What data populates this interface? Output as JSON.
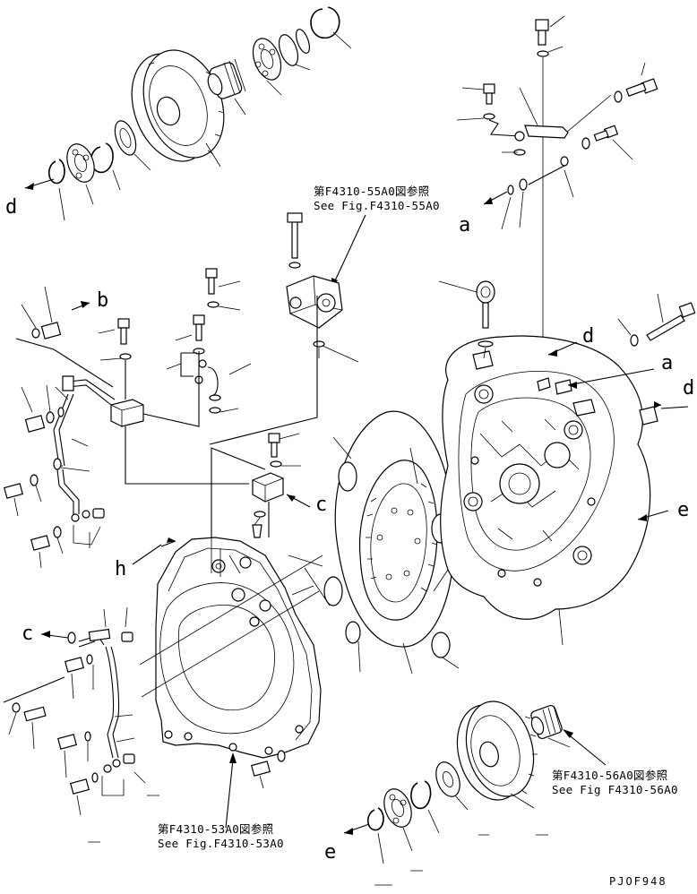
{
  "diagram": {
    "references": {
      "fig_55": {
        "jp": "第F4310-55A0図参照",
        "en": "See Fig.F4310-55A0"
      },
      "fig_53": {
        "jp": "第F4310-53A0図参照",
        "en": "See Fig.F4310-53A0"
      },
      "fig_56": {
        "jp": "第F4310-56A0図参照",
        "en": "See Fig F4310-56A0"
      }
    },
    "arrow_labels": {
      "a1": "a",
      "a2": "a",
      "b": "b",
      "c1": "c",
      "c2": "c",
      "d1": "d",
      "d2": "d",
      "d3": "d",
      "e1": "e",
      "e2": "e",
      "h": "h"
    },
    "drawing_code": "PJOF948"
  }
}
